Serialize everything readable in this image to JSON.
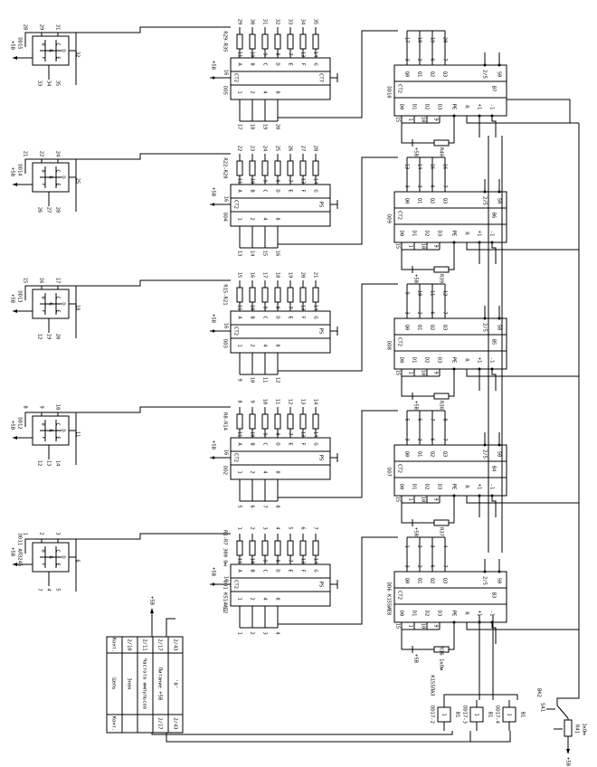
{
  "diagram": {
    "type": "electronic-schematic",
    "orientation": "rotated-90",
    "stages": [
      {
        "indicator": {
          "ref": "DD15",
          "pins_top": [
            "28",
            "29",
            "31"
          ],
          "pins_bottom": [
            "33",
            "34",
            "35"
          ],
          "pin_right": "32",
          "power": "+5B",
          "pin_left": "3"
        },
        "decoder": {
          "ref": "DD5",
          "resistors": "R29-R35",
          "outputs": [
            "A",
            "B",
            "C",
            "D",
            "E",
            "F",
            "G"
          ],
          "out_pins": [
            "11",
            "10",
            "9",
            "8",
            "7",
            "13",
            "14"
          ],
          "top_pins": [
            "29",
            "30",
            "31",
            "32",
            "33",
            "34",
            "35"
          ],
          "inputs": [
            "1",
            "2",
            "4",
            "8"
          ],
          "in_pins": [
            "5",
            "1",
            "2",
            "6"
          ],
          "bottom_pins": [
            "17",
            "18",
            "19",
            "20"
          ],
          "ctrl_left": "CT2",
          "ctrl_right": "CT7",
          "power": "+5B",
          "pin_k": "16"
        },
        "counter": {
          "ref": "DD10",
          "resistor": "R40",
          "outputs": [
            "Q0",
            "Q1",
            "Q2",
            "Q3"
          ],
          "out_pins": [
            "3",
            "2",
            "6",
            "7"
          ],
          "top_pins": [
            "17",
            "18",
            "19",
            "20"
          ],
          "inputs": [
            "D0",
            "D1",
            "D2",
            "D3"
          ],
          "in_pins": [
            "15",
            "1",
            "10",
            "9"
          ],
          "pe_pin": "11",
          "r_pin": "14",
          "clk_pins": [
            "5",
            "4"
          ],
          "carry": [
            "2/5",
            "S0"
          ],
          "label": "B7"
        }
      },
      {
        "indicator": {
          "ref": "DD14",
          "pins_top": [
            "21",
            "22",
            "24"
          ],
          "pins_bottom": [
            "26",
            "27",
            "28"
          ],
          "pin_right": "25",
          "power": "+5B",
          "pin_left": "3"
        },
        "decoder": {
          "ref": "DD4",
          "resistors": "R22-R28",
          "outputs": [
            "A",
            "B",
            "C",
            "D",
            "E",
            "F",
            "G"
          ],
          "out_pins": [
            "11",
            "10",
            "9",
            "8",
            "7",
            "13",
            "14"
          ],
          "top_pins": [
            "22",
            "23",
            "24",
            "25",
            "26",
            "27",
            "28"
          ],
          "inputs": [
            "1",
            "2",
            "4",
            "8"
          ],
          "in_pins": [
            "5",
            "1",
            "2",
            "6"
          ],
          "bottom_pins": [
            "13",
            "14",
            "15",
            "16"
          ],
          "ctrl_left": "CT2",
          "ctrl_right": "PS",
          "power": "+5B",
          "pin_k": "16"
        },
        "counter": {
          "ref": "DD9",
          "resistor": "R39",
          "outputs": [
            "Q0",
            "Q1",
            "Q2",
            "Q3"
          ],
          "out_pins": [
            "3",
            "2",
            "6",
            "7"
          ],
          "top_pins": [
            "13",
            "14",
            "15",
            "16"
          ],
          "inputs": [
            "D0",
            "D1",
            "D2",
            "D3"
          ],
          "in_pins": [
            "15",
            "1",
            "10",
            "9"
          ],
          "pe_pin": "11",
          "r_pin": "14",
          "clk_pins": [
            "5",
            "4"
          ],
          "carry": [
            "2/5",
            "S0"
          ],
          "label": "B6"
        }
      },
      {
        "indicator": {
          "ref": "DD13",
          "pins_top": [
            "15",
            "16",
            "17"
          ],
          "pins_bottom": [
            "12",
            "19",
            "20"
          ],
          "pin_right": "18",
          "power": "+5B",
          "pin_left": "3"
        },
        "decoder": {
          "ref": "DD3",
          "resistors": "R15-R21",
          "outputs": [
            "A",
            "B",
            "C",
            "D",
            "E",
            "F",
            "G"
          ],
          "out_pins": [
            "11",
            "10",
            "9",
            "8",
            "7",
            "13",
            "14"
          ],
          "top_pins": [
            "15",
            "16",
            "17",
            "18",
            "19",
            "20",
            "21"
          ],
          "inputs": [
            "1",
            "2",
            "4",
            "8"
          ],
          "in_pins": [
            "5",
            "1",
            "2",
            "6"
          ],
          "bottom_pins": [
            "9",
            "10",
            "11",
            "12"
          ],
          "ctrl_left": "CT2",
          "ctrl_right": "PS",
          "power": "+5B",
          "pin_k": "16"
        },
        "counter": {
          "ref": "DD8",
          "resistor": "R38",
          "outputs": [
            "Q0",
            "Q1",
            "Q2",
            "Q3"
          ],
          "out_pins": [
            "3",
            "2",
            "6",
            "7"
          ],
          "top_pins": [
            "9",
            "10",
            "11",
            "12"
          ],
          "inputs": [
            "D0",
            "D1",
            "D2",
            "D3"
          ],
          "in_pins": [
            "15",
            "1",
            "10",
            "9"
          ],
          "pe_pin": "11",
          "r_pin": "14",
          "clk_pins": [
            "5",
            "4"
          ],
          "carry": [
            "2/5",
            "S0"
          ],
          "label": "B5"
        }
      },
      {
        "indicator": {
          "ref": "DD12",
          "pins_top": [
            "8",
            "9",
            "10"
          ],
          "pins_bottom": [
            "12",
            "13",
            "14"
          ],
          "pin_right": "11",
          "power": "+5B",
          "pin_left": "3"
        },
        "decoder": {
          "ref": "DD2",
          "resistors": "R8-R14",
          "outputs": [
            "A",
            "B",
            "C",
            "D",
            "E",
            "F",
            "G"
          ],
          "out_pins": [
            "11",
            "10",
            "9",
            "8",
            "7",
            "13",
            "14"
          ],
          "top_pins": [
            "8",
            "9",
            "10",
            "11",
            "12",
            "13",
            "14"
          ],
          "inputs": [
            "1",
            "2",
            "4",
            "8"
          ],
          "in_pins": [
            "5",
            "1",
            "2",
            "6"
          ],
          "bottom_pins": [
            "5",
            "6",
            "7",
            "8"
          ],
          "ctrl_left": "CT2",
          "ctrl_right": "PS",
          "power": "+5B",
          "pin_k": "16"
        },
        "counter": {
          "ref": "DD7",
          "resistor": "R37",
          "outputs": [
            "Q0",
            "Q1",
            "Q2",
            "Q3"
          ],
          "out_pins": [
            "3",
            "2",
            "6",
            "7"
          ],
          "top_pins": [
            "5",
            "6",
            "7",
            "8"
          ],
          "inputs": [
            "D0",
            "D1",
            "D2",
            "D3"
          ],
          "in_pins": [
            "15",
            "1",
            "10",
            "9"
          ],
          "pe_pin": "11",
          "r_pin": "14",
          "clk_pins": [
            "5",
            "4"
          ],
          "carry": [
            "2/5",
            "S0"
          ],
          "label": "B4"
        }
      },
      {
        "indicator": {
          "ref": "DD11 АЛ324Б",
          "pins_top": [
            "1",
            "2",
            "3"
          ],
          "pins_bottom": [
            "7",
            "4",
            "5"
          ],
          "pin_right": "6",
          "power": "+5B",
          "pin_left": "3"
        },
        "decoder": {
          "ref": "DD1 К514ИД2",
          "resistors": "R1-R7 300 Ом",
          "outputs": [
            "A",
            "B",
            "C",
            "D",
            "E",
            "F",
            "G"
          ],
          "out_pins": [
            "11",
            "10",
            "9",
            "8",
            "7",
            "13",
            "14"
          ],
          "top_pins": [
            "1",
            "2",
            "3",
            "4",
            "5",
            "6",
            "7"
          ],
          "inputs": [
            "1",
            "2",
            "4",
            "8"
          ],
          "in_pins": [
            "5",
            "1",
            "2",
            "6"
          ],
          "bottom_pins": [
            "1",
            "2",
            "3",
            "4"
          ],
          "ctrl_left": "CT2",
          "ctrl_right": "PS",
          "power": "+5B",
          "pin_k": "16"
        },
        "counter": {
          "ref": "DD6 К155ИЕ8",
          "resistor": "R36 1кОм",
          "outputs": [
            "Q0",
            "Q1",
            "Q2",
            "Q3"
          ],
          "out_pins": [
            "3",
            "2",
            "6",
            "7"
          ],
          "top_pins": [
            "1",
            "2",
            "3",
            "4"
          ],
          "inputs": [
            "D0",
            "D1",
            "D2",
            "D3"
          ],
          "in_pins": [
            "15",
            "1",
            "10",
            "9"
          ],
          "pe_pin": "11",
          "r_pin": "14",
          "clk_pins": [
            "5",
            "4"
          ],
          "carry": [
            "2/5",
            "S0"
          ],
          "label": "B3"
        }
      }
    ],
    "inverters": {
      "chip": "К155ЛА3",
      "units": [
        {
          "ref": "DD17-2",
          "label": "B1"
        },
        {
          "ref": "DD17-3",
          "label": "B1"
        },
        {
          "ref": "DD17-4",
          "label": "B1"
        }
      ]
    },
    "switch": {
      "ref": "SA1",
      "button": "BK2",
      "resistor": "R41",
      "resistor_value": "1кОм",
      "power": "+5B"
    },
    "power_label": "+5B",
    "connector_table": {
      "header_left": "Конт.",
      "header_mid": "Цепь",
      "header_right": "Конт.",
      "rows": [
        {
          "left": "",
          "signal": "Знак",
          "right": "2/10"
        },
        {
          "left": "",
          "signal": "Частота импульсов",
          "right": "2/11"
        },
        {
          "left": "2/17",
          "signal": "Питание +5В",
          "right": "2/17"
        },
        {
          "left": "2/43",
          "signal": "'0'",
          "right": "2/43"
        }
      ]
    }
  }
}
